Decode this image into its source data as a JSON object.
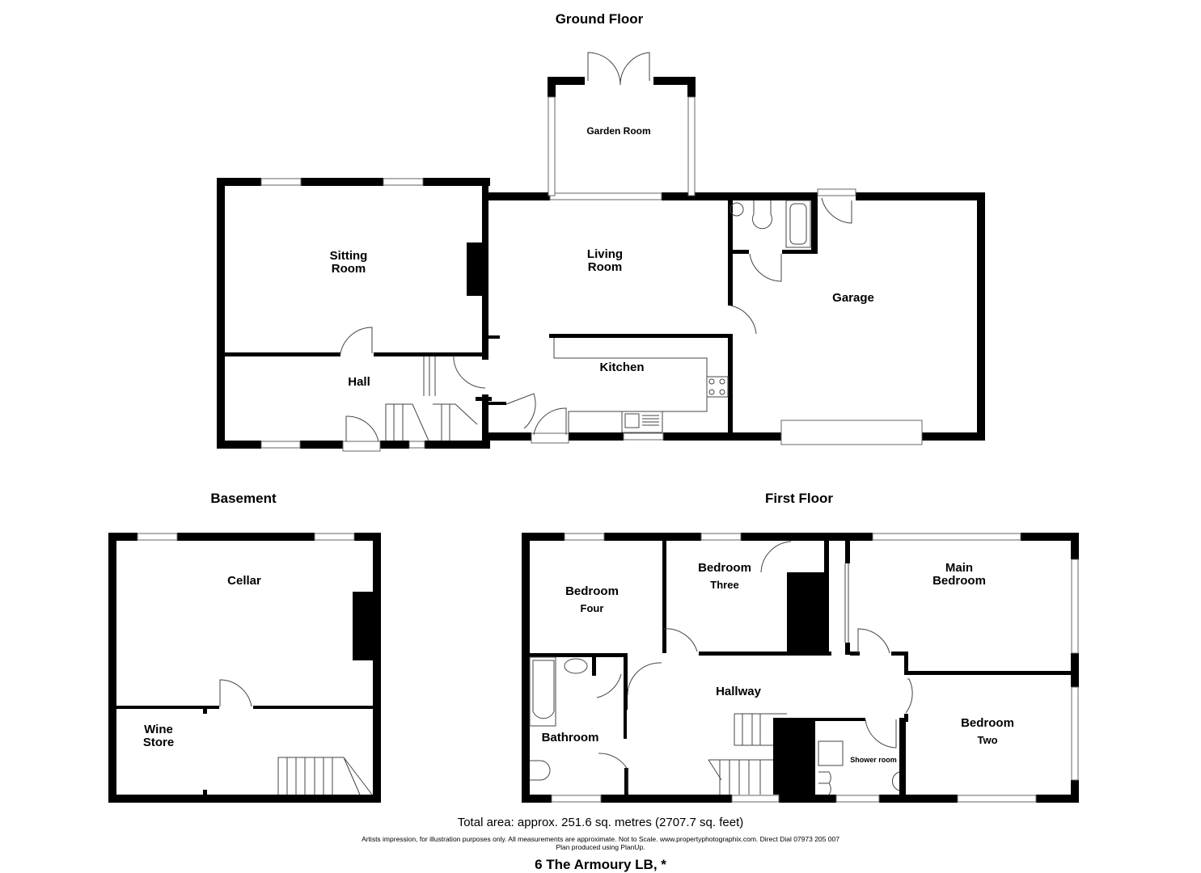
{
  "floors": {
    "ground": {
      "title": "Ground Floor",
      "rooms": {
        "garden_room": "Garden Room",
        "sitting_room": [
          "Sitting",
          "Room"
        ],
        "living_room": [
          "Living",
          "Room"
        ],
        "garage": "Garage",
        "hall": "Hall",
        "kitchen": "Kitchen"
      }
    },
    "basement": {
      "title": "Basement",
      "rooms": {
        "cellar": "Cellar",
        "wine_store": [
          "Wine",
          "Store"
        ]
      }
    },
    "first": {
      "title": "First Floor",
      "rooms": {
        "bedroom_four": [
          "Bedroom",
          "Four"
        ],
        "bedroom_three": [
          "Bedroom",
          "Three"
        ],
        "main_bedroom": [
          "Main",
          "Bedroom"
        ],
        "hallway": "Hallway",
        "bathroom": "Bathroom",
        "shower_room": "Shower room",
        "bedroom_two": [
          "Bedroom",
          "Two"
        ]
      }
    }
  },
  "footer": {
    "total_area": "Total area: approx. 251.6 sq. metres (2707.7 sq. feet)",
    "disclaimer_line1": "Artists impression, for illustration purposes only. All measurements are approximate. Not to Scale. www.propertyphotographix.com. Direct Dial 07973 205 007",
    "disclaimer_line2": "Plan produced using PlanUp.",
    "address": "6 The Armoury LB, *"
  }
}
